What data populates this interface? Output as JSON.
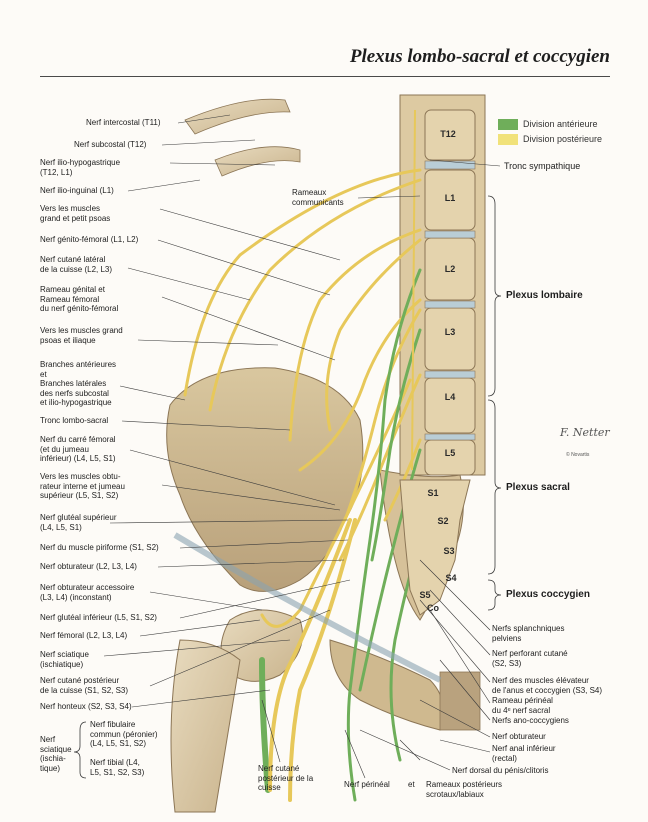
{
  "title": "Plexus lombo-sacral et coccygien",
  "legend": [
    {
      "label": "Division antérieure",
      "color": "#6fae5a"
    },
    {
      "label": "Division postérieure",
      "color": "#f1e27a"
    }
  ],
  "left_labels": [
    "Nerf intercostal (T11)",
    "Nerf subcostal (T12)",
    "Nerf ilio-hypogastrique\n(T12, L1)",
    "Nerf ilio-inguinal (L1)",
    "Vers les muscles\ngrand et petit psoas",
    "Nerf génito-fémoral (L1, L2)",
    "Nerf cutané latéral\nde la cuisse (L2, L3)",
    "Rameau génital et\nRameau fémoral\ndu nerf génito-fémoral",
    "Vers les muscles grand\npsoas et iliaque",
    "Branches antérieures\net\nBranches latérales\ndes nerfs subcostal\net ilio-hypogastrique",
    "Tronc lombo-sacral",
    "Nerf du carré fémoral\n(et du jumeau\ninférieur) (L4, L5, S1)",
    "Vers les muscles obtu-\nrateur interne et jumeau\nsupérieur (L5, S1, S2)",
    "Nerf glutéal supérieur\n(L4, L5, S1)",
    "Nerf du muscle piriforme (S1, S2)",
    "Nerf obturateur (L2, L3, L4)",
    "Nerf obturateur accessoire\n(L3, L4) (inconstant)",
    "Nerf glutéal inférieur (L5, S1, S2)",
    "Nerf fémoral (L2, L3, L4)",
    "Nerf sciatique\n(ischiatique)",
    "Nerf cutané postérieur\nde la cuisse (S1, S2, S3)",
    "Nerf honteux (S2, S3, S4)"
  ],
  "sciatic_group": {
    "label": "Nerf\nsciatique\n(ischia-\ntique)",
    "items": [
      "Nerf fibulaire\ncommun (péronier)\n(L4, L5, S1, S2)",
      "Nerf tibial (L4,\nL5, S1, S2, S3)"
    ]
  },
  "bottom_labels": [
    "Nerf cutané\npostérieur de la\ncuisse",
    "Nerf périnéal",
    "et",
    "Rameaux postérieurs\nscrotaux/labiaux"
  ],
  "right_labels": [
    "Tronc sympathique",
    "Rameaux\ncommunicants",
    "Nerfs splanchniques\npelviens",
    "Nerf perforant cutané\n(S2, S3)",
    "Nerf des muscles élévateur\nde l'anus et coccygien (S3, S4)",
    "Rameau périnéal\ndu 4ᵉ nerf sacral",
    "Nerfs ano-coccygiens",
    "Nerf obturateur",
    "Nerf anal inférieur\n(rectal)",
    "Nerf dorsal du pénis/clitoris"
  ],
  "vertebrae": [
    "T12",
    "L1",
    "L2",
    "L3",
    "L4",
    "L5",
    "S1",
    "S2",
    "S3",
    "S4",
    "S5",
    "Co"
  ],
  "plexus_groups": [
    "Plexus lombaire",
    "Plexus sacral",
    "Plexus coccygien"
  ],
  "signature": "F. Netter",
  "copyright": "© Novartis"
}
